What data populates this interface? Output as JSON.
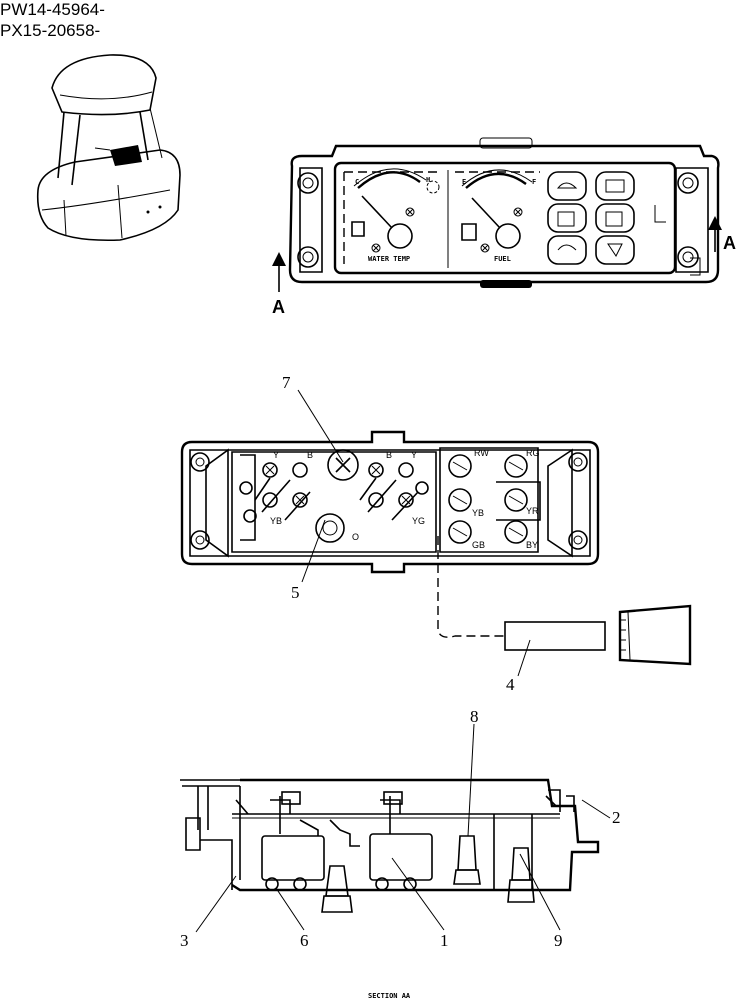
{
  "header": {
    "serial_lines": [
      "PW14-45964-",
      "PX15-20658-"
    ]
  },
  "gauge_panel": {
    "left_gauge_label": "WATER TEMP",
    "right_gauge_label": "FUEL",
    "left_scale_low": "C",
    "left_scale_high": "H",
    "right_scale_low": "E",
    "right_scale_high": "F",
    "section_marker": "A"
  },
  "rear_view": {
    "terminal_codes": [
      "Y",
      "B",
      "B",
      "Y",
      "YB",
      "YG",
      "O",
      "RW",
      "RG",
      "YR",
      "YB",
      "GB",
      "BY"
    ]
  },
  "callouts": [
    "1",
    "2",
    "3",
    "4",
    "5",
    "6",
    "7",
    "8",
    "9"
  ],
  "footer": {
    "section_label": "SECTION AA"
  }
}
